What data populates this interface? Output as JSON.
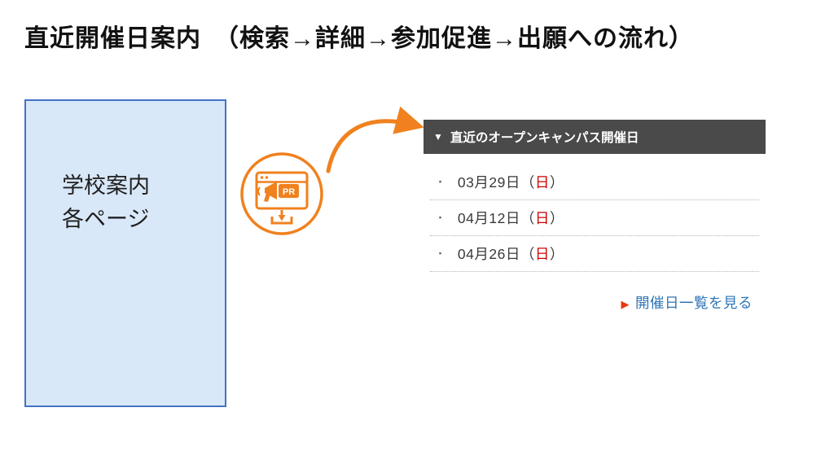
{
  "page": {
    "title": "直近開催日案内　（検索→詳細→参加促進→出願への流れ）"
  },
  "left_box": {
    "line1": "学校案内",
    "line2": "各ページ"
  },
  "pr_icon": {
    "label": "PR"
  },
  "widget": {
    "header": {
      "icon": "▼",
      "title": "直近のオープンキャンパス開催日"
    },
    "bullet": "・",
    "dates": [
      {
        "prefix": "03月29日（",
        "dow": "日",
        "suffix": "）"
      },
      {
        "prefix": "04月12日（",
        "dow": "日",
        "suffix": "）"
      },
      {
        "prefix": "04月26日（",
        "dow": "日",
        "suffix": "）"
      }
    ],
    "link": {
      "icon": "▶",
      "label": "開催日一覧を見る"
    }
  },
  "colors": {
    "accent_orange": "#f0811e",
    "box_fill": "#d9e8f8",
    "box_border": "#4472c4",
    "header_bg": "#4a4a4a",
    "day_red": "#cc0000",
    "link_blue": "#2e75b6",
    "link_marker_red": "#e8380d"
  }
}
